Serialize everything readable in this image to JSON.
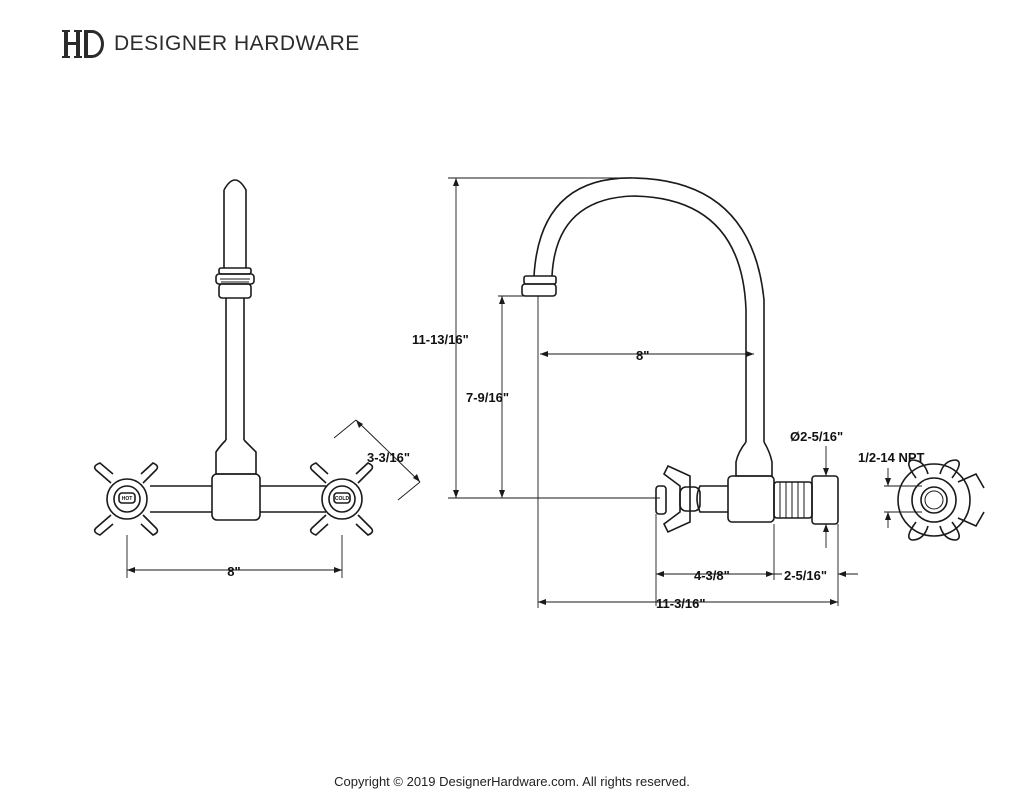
{
  "brand": {
    "logo_icon": "dh-monogram-icon",
    "name": "DESIGNER HARDWARE"
  },
  "front_view": {
    "handle_left_label": "HOT",
    "handle_right_label": "COLD",
    "dim_spread": "8\"",
    "dim_handle": "3-3/16\""
  },
  "side_view": {
    "dim_height": "11-13/16\"",
    "dim_spout_height": "7-9/16\"",
    "dim_reach": "8\"",
    "dim_flange_diameter": "Ø2-5/16\"",
    "dim_handle_offset": "4-3/8\"",
    "dim_flange_depth": "2-5/16\"",
    "dim_overall_depth": "11-3/16\""
  },
  "back_view": {
    "dim_thread": "1/2-14 NPT"
  },
  "footer": {
    "copyright": "Copyright © 2019 DesignerHardware.com. All rights reserved."
  }
}
